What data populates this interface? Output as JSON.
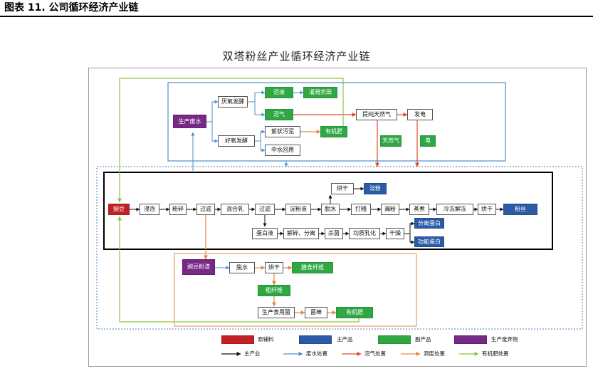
{
  "header": {
    "title": "图表 11. 公司循环经济产业链"
  },
  "diagram": {
    "title": "双塔粉丝产业循环经济产业链",
    "nodes": {
      "wandou": "豌豆",
      "jinpao": "浸泡",
      "fensui": "粉碎",
      "guolv1": "过滤",
      "hunheru": "混合乳",
      "guolv2": "过滤",
      "dianfenye": "淀粉液",
      "tuoshui1": "脱水",
      "honggan1": "烘干",
      "dianfen": "淀粉",
      "dajiang": "打糨",
      "piaofen": "漏粉",
      "zhengzhu": "蒸煮",
      "lengdong": "冷冻解冻",
      "honggan2": "烘干",
      "fensi": "粉丝",
      "danbaiye": "蛋白液",
      "jiesui": "解碎、分离",
      "shajun": "杀菌",
      "junzhi": "均质乳化",
      "ganzao": "干燥",
      "fenli_danbai": "分离蛋白",
      "gongneng_danbai": "功能蛋白",
      "shengchan_feishui": "生产废水",
      "yanyang": "厌氧发酵",
      "haoyang": "好氧发酵",
      "zhaye": "沼液",
      "zhaqi": "沼气",
      "nongtian": "灌溉农田",
      "tichun": "提纯天然气",
      "fadian": "发电",
      "tianranqi": "天然气",
      "dian": "电",
      "xuzhuang": "絮状污泥",
      "youjifei1": "有机肥",
      "zhongshui": "中水回用",
      "wandou_fenzha": "豌豆粉渣",
      "tuoshui2": "脱水",
      "honggan3": "烘干",
      "shanshi": "膳食纤维",
      "cuxianwei": "粗纤维",
      "shengchan_shiyongjun": "生产食用菌",
      "junbang": "菌棒",
      "youjifei2": "有机肥"
    },
    "legend": {
      "raw": "原辅料",
      "main_product": "主产品",
      "by_product": "副产品",
      "waste": "生产废弃物",
      "main_industry": "主产业",
      "waste_water": "废水处置",
      "biogas": "沼气处置",
      "residue": "洞废处置",
      "fertilizer": "有机肥处置"
    },
    "colors": {
      "raw": "#c22126",
      "main_product": "#2b5aa6",
      "by_product": "#2fa844",
      "waste": "#762a86",
      "main_line": "#111111",
      "water_line": "#4a90cf",
      "biogas_line": "#e2472f",
      "residue_line": "#e9864a",
      "fertilizer_line": "#8cc63f"
    }
  }
}
